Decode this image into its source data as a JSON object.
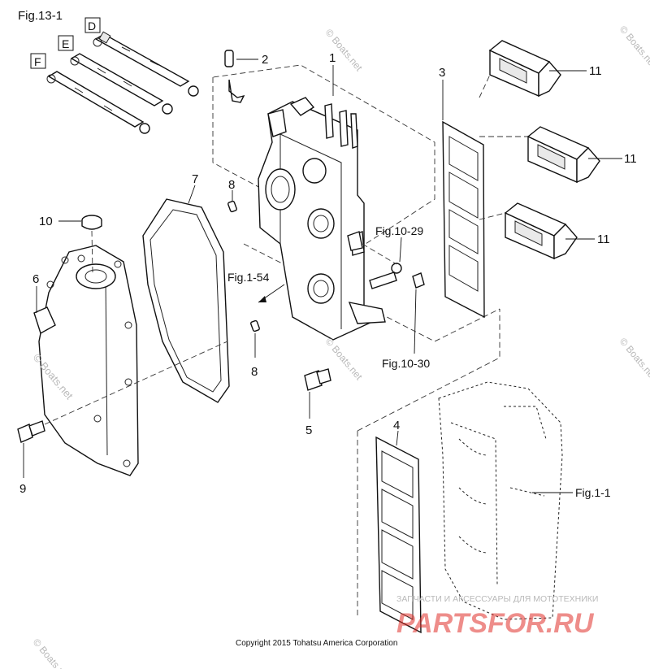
{
  "figure": {
    "title": "Fig.13-1",
    "copyright": "Copyright 2015 Tohatsu America Corporation"
  },
  "box_labels": [
    "D",
    "E",
    "F"
  ],
  "callouts": {
    "c1": "1",
    "c2": "2",
    "c3": "3",
    "c4": "4",
    "c5": "5",
    "c6": "6",
    "c7": "7",
    "c8a": "8",
    "c8b": "8",
    "c9": "9",
    "c10": "10",
    "c11a": "11",
    "c11b": "11",
    "c11c": "11"
  },
  "references": {
    "fig10_29": "Fig.10-29",
    "fig10_30": "Fig.10-30",
    "fig1_54": "Fig.1-54",
    "fig1_1": "Fig.1-1"
  },
  "watermarks": {
    "boats": "© Boats.net",
    "partsfor_tagline": "ЗАПЧАСТИ И АКСЕССУАРЫ ДЛЯ МОТОТЕХНИКИ",
    "partsfor_logo": "PARTSFOR.RU"
  },
  "colors": {
    "line": "#111111",
    "watermark_gray": "#b9b9b9",
    "logo_red": "#e0302a"
  }
}
